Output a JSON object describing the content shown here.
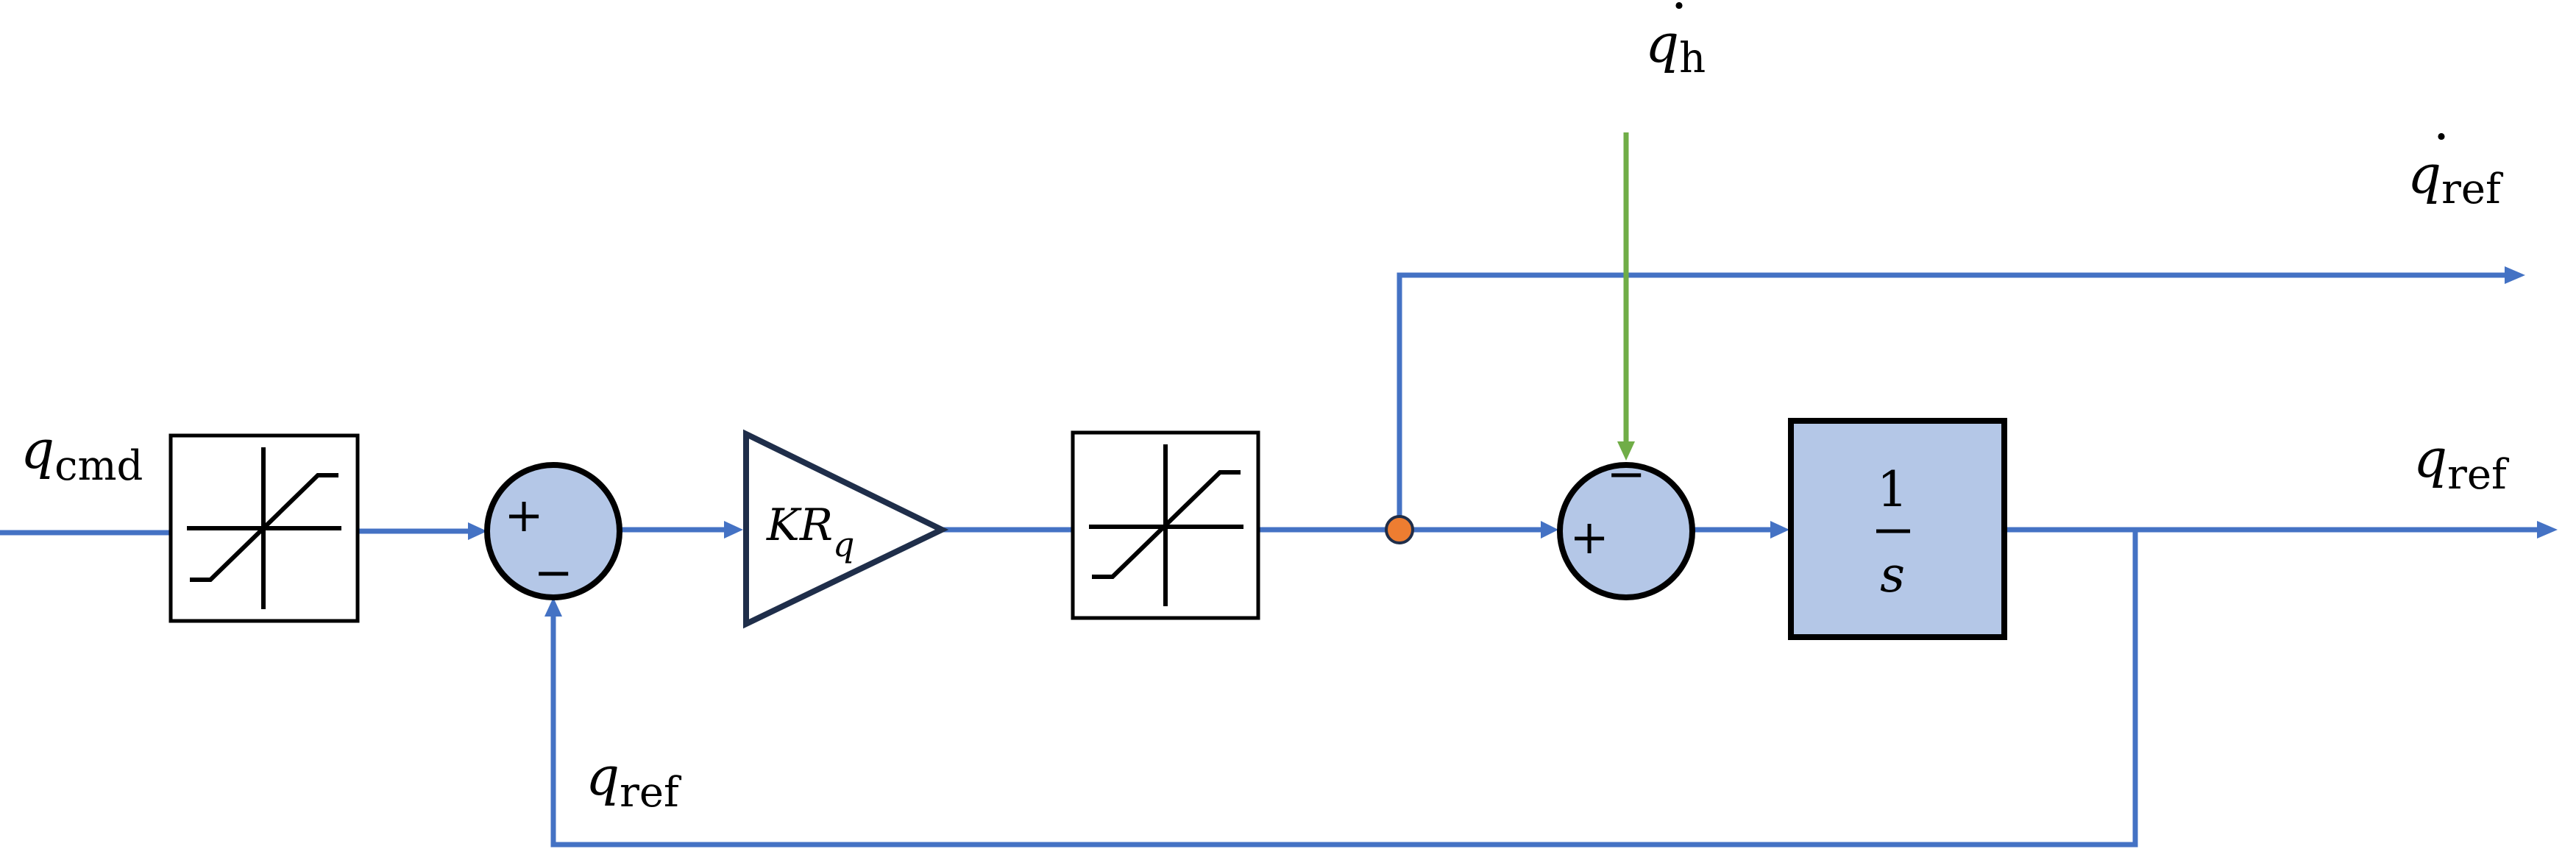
{
  "colors": {
    "signal_wire": "#4472c4",
    "disturbance_wire": "#70ad47",
    "summing_fill": "#b4c7e7",
    "integrator_fill": "#b4c7e7",
    "block_stroke": "#1f2e4a",
    "junction_dot": "#ed7d31",
    "text": "#000000"
  },
  "labels": {
    "input": {
      "symbol": "q",
      "subscript": "cmd"
    },
    "feedback": {
      "symbol": "q",
      "subscript": "ref"
    },
    "disturbance": {
      "symbol": "q",
      "dot": "˙",
      "subscript": "h"
    },
    "rate_output": {
      "symbol": "q",
      "dot": "˙",
      "subscript": "ref"
    },
    "position_output": {
      "symbol": "q",
      "subscript": "ref"
    }
  },
  "blocks": {
    "input_saturation": {
      "icon": "saturation-icon"
    },
    "rate_saturation": {
      "icon": "saturation-icon"
    },
    "gain": {
      "symbol": "KR",
      "subscript": "q"
    },
    "integrator": {
      "numerator": "1",
      "denominator": "s"
    }
  },
  "summing_junctions": {
    "error_sum": {
      "top_sign": "+",
      "bottom_sign": "−"
    },
    "rate_sum": {
      "top_sign": "−",
      "left_sign": "+"
    }
  }
}
